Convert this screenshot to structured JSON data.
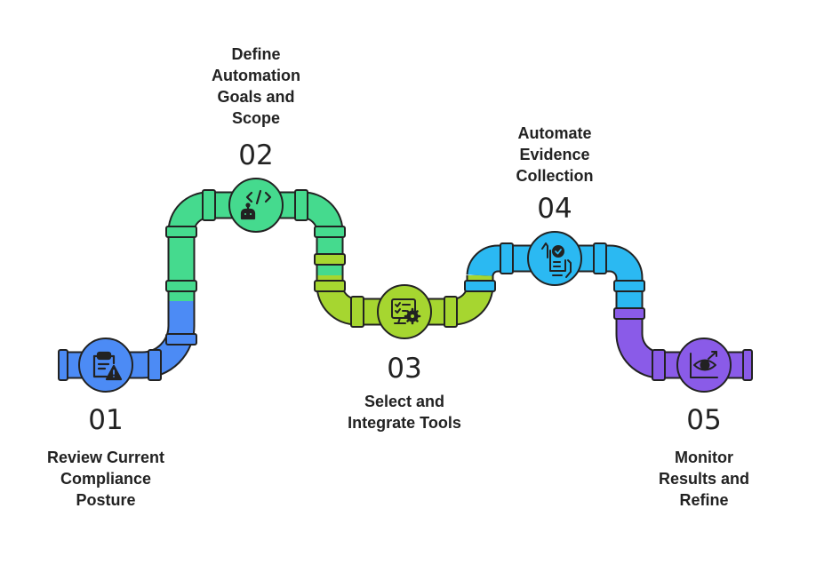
{
  "steps": [
    {
      "number": "01",
      "label": "Review Current Compliance Posture",
      "color": "#4C8BF5",
      "icon": "clipboard-warning-icon"
    },
    {
      "number": "02",
      "label": "Define Automation Goals and Scope",
      "color": "#45DA8E",
      "icon": "code-robot-icon"
    },
    {
      "number": "03",
      "label": "Select and Integrate Tools",
      "color": "#A6D630",
      "icon": "checklist-gear-icon"
    },
    {
      "number": "04",
      "label": "Automate Evidence Collection",
      "color": "#2BB9F2",
      "icon": "hand-document-check-icon"
    },
    {
      "number": "05",
      "label": "Monitor Results and Refine",
      "color": "#8A5BE8",
      "icon": "eye-chart-icon"
    }
  ],
  "colors": {
    "outline": "#222222",
    "text": "#222222"
  }
}
